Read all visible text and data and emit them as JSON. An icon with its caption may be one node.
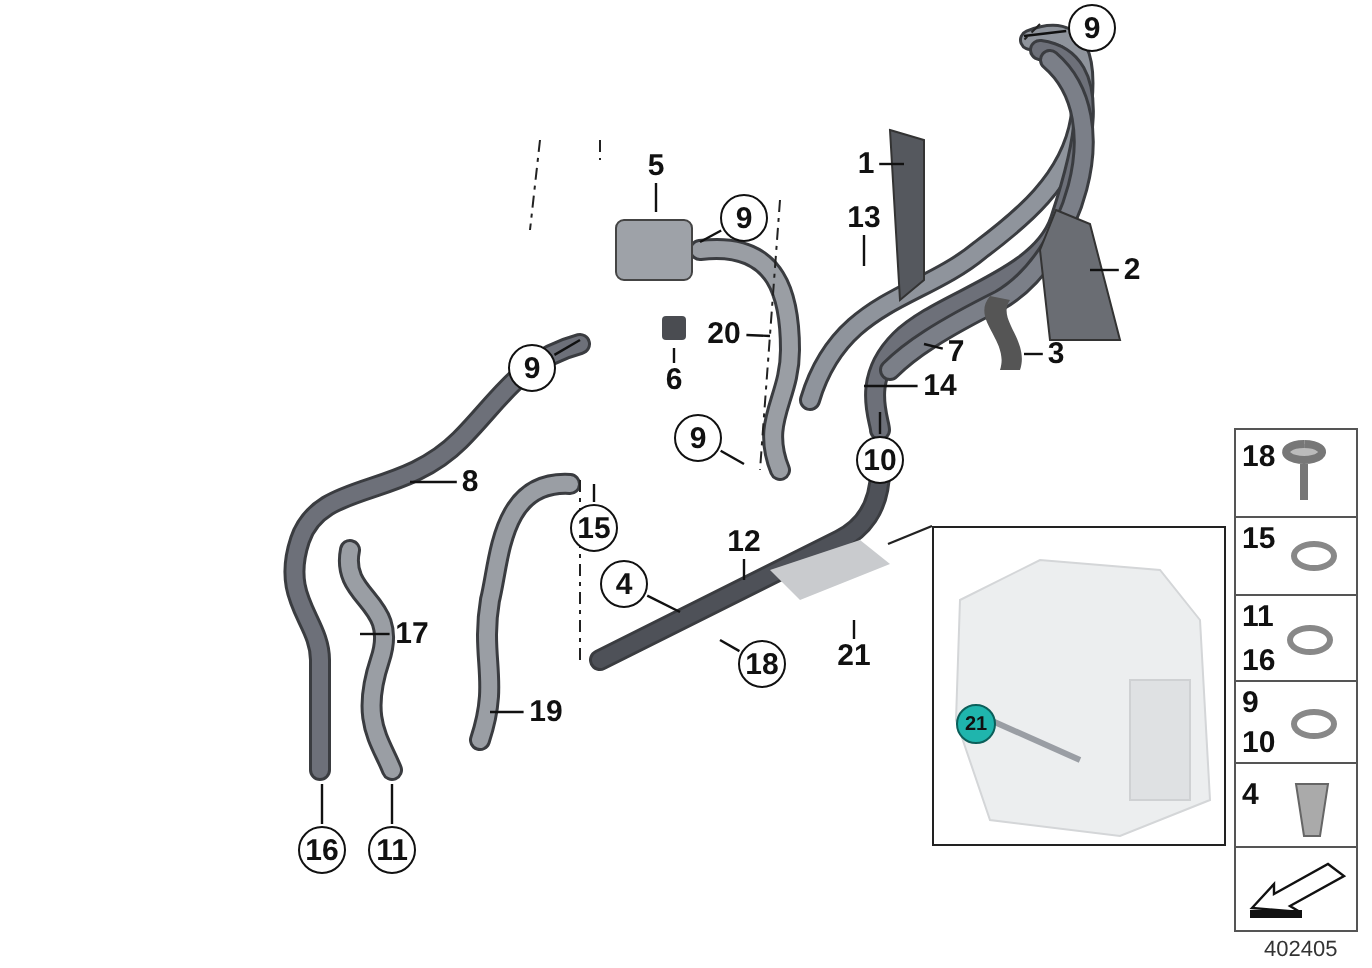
{
  "diagram": {
    "nodes": [
      {
        "text": [
          "9"
        ]
      },
      {
        "text": [
          "5"
        ]
      },
      {
        "text": [
          "1"
        ]
      },
      {
        "text": [
          "9"
        ]
      },
      {
        "text": [
          "13"
        ]
      },
      {
        "text": [
          "2"
        ]
      },
      {
        "text": [
          "20"
        ]
      },
      {
        "text": [
          "7"
        ]
      },
      {
        "text": [
          "3"
        ]
      },
      {
        "text": [
          "9"
        ]
      },
      {
        "text": [
          "14"
        ]
      },
      {
        "text": [
          "6"
        ]
      },
      {
        "text": [
          "9"
        ]
      },
      {
        "text": [
          "10"
        ]
      },
      {
        "text": [
          "8"
        ]
      },
      {
        "text": [
          "15"
        ]
      },
      {
        "text": [
          "12"
        ]
      },
      {
        "text": [
          "4"
        ]
      },
      {
        "text": [
          "17"
        ]
      },
      {
        "text": [
          "18"
        ]
      },
      {
        "text": [
          "21"
        ]
      },
      {
        "text": [
          "19"
        ]
      },
      {
        "text": [
          "16"
        ]
      },
      {
        "text": [
          "11"
        ]
      }
    ],
    "edges": [
      {
        "from": 0,
        "to": null,
        "arrow": "none"
      },
      {
        "from": 1,
        "to": null,
        "arrow": "none"
      },
      {
        "from": 2,
        "to": null,
        "arrow": "none"
      },
      {
        "from": 3,
        "to": null,
        "arrow": "none"
      },
      {
        "from": 4,
        "to": null,
        "arrow": "none"
      },
      {
        "from": 5,
        "to": null,
        "arrow": "none"
      },
      {
        "from": 6,
        "to": null,
        "arrow": "none"
      },
      {
        "from": 7,
        "to": null,
        "arrow": "none"
      },
      {
        "from": 8,
        "to": null,
        "arrow": "none"
      },
      {
        "from": 9,
        "to": null,
        "arrow": "none"
      },
      {
        "from": 10,
        "to": null,
        "arrow": "none"
      },
      {
        "from": 11,
        "to": null,
        "arrow": "none"
      },
      {
        "from": 12,
        "to": null,
        "arrow": "none"
      },
      {
        "from": 13,
        "to": null,
        "arrow": "none"
      },
      {
        "from": 14,
        "to": null,
        "arrow": "none"
      },
      {
        "from": 15,
        "to": null,
        "arrow": "none"
      },
      {
        "from": 16,
        "to": null,
        "arrow": "none"
      },
      {
        "from": 17,
        "to": null,
        "arrow": "none"
      },
      {
        "from": 18,
        "to": null,
        "arrow": "none"
      },
      {
        "from": 19,
        "to": null,
        "arrow": "none"
      },
      {
        "from": 20,
        "to": null,
        "arrow": "none"
      },
      {
        "from": 21,
        "to": null,
        "arrow": "none"
      },
      {
        "from": 22,
        "to": null,
        "arrow": "none"
      },
      {
        "from": 23,
        "to": null,
        "arrow": "none"
      }
    ],
    "labels": [
      "21",
      "18",
      "15",
      "11",
      "16",
      "9",
      "10",
      "4",
      "402405"
    ]
  }
}
